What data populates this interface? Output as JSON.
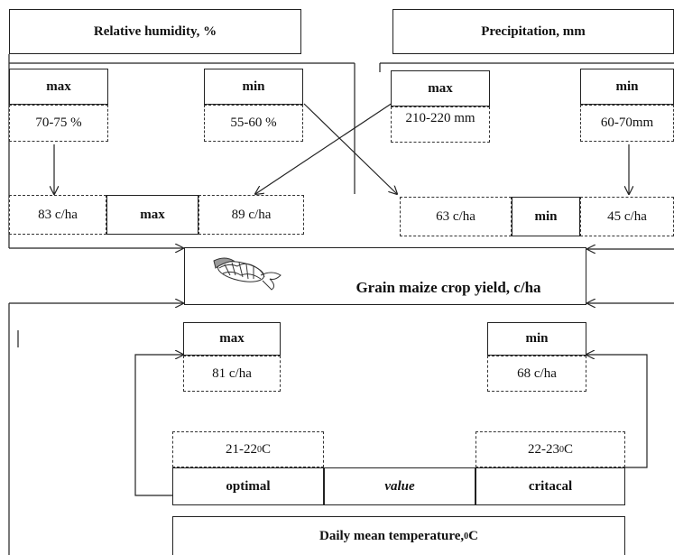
{
  "humidity": {
    "title": "Relative humidity, %",
    "max_label": "max",
    "min_label": "min",
    "max_value": "70-75 %",
    "min_value": "55-60 %"
  },
  "precipitation": {
    "title": "Precipitation,  mm",
    "max_label": "max",
    "min_label": "min",
    "max_value": "210-220 mm",
    "min_value": "60-70mm"
  },
  "yield_row_left": {
    "v1": "83 c/ha",
    "label": "max",
    "v2": "89 c/ha"
  },
  "yield_row_right": {
    "v1": "63 c/ha",
    "label": "min",
    "v2": "45 c/ha"
  },
  "center": {
    "title": "Grain maize crop yield, c/ha",
    "icon": "maize-cob-icon"
  },
  "temperature": {
    "max_label": "max",
    "max_value": "81 c/ha",
    "min_label": "min",
    "min_value": "68 c/ha",
    "optimal_range": "21-22 ",
    "optimal_unit": " C",
    "critical_range": "22-23",
    "critical_unit": " C",
    "optimal_label": "optimal",
    "value_label": "value",
    "critical_label": "critacal",
    "title_text": "Daily mean temperature, ",
    "title_unit": " C",
    "degree_sup": "0"
  },
  "colors": {
    "line": "#222222",
    "background": "#ffffff"
  }
}
